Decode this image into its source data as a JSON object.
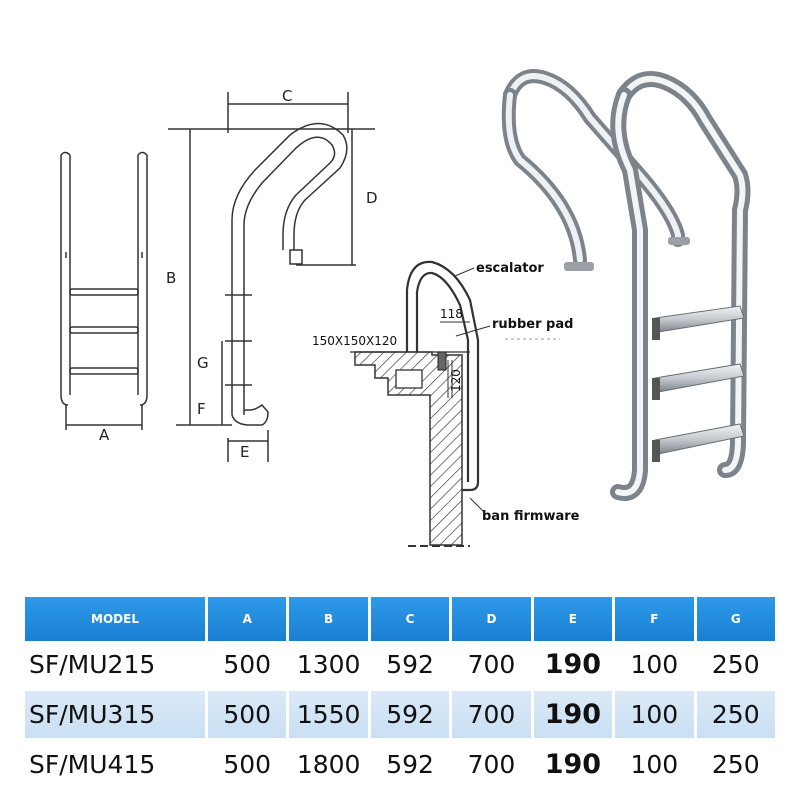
{
  "diagram": {
    "dimension_labels": {
      "a": "A",
      "b": "B",
      "c": "C",
      "d": "D",
      "e": "E",
      "f": "F",
      "g": "G"
    },
    "callouts": {
      "escalator": "escalator",
      "rubber_pad": "rubber pad",
      "ban_firmware": "ban firmware",
      "block_size": "150X150X120",
      "dim_118": "118",
      "dim_120": "120"
    }
  },
  "table": {
    "columns": [
      "MODEL",
      "A",
      "B",
      "C",
      "D",
      "E",
      "F",
      "G"
    ],
    "rows": [
      [
        "SF/MU215",
        "500",
        "1300",
        "592",
        "700",
        "190",
        "100",
        "250"
      ],
      [
        "SF/MU315",
        "500",
        "1550",
        "592",
        "700",
        "190",
        "100",
        "250"
      ],
      [
        "SF/MU415",
        "500",
        "1800",
        "592",
        "700",
        "190",
        "100",
        "250"
      ]
    ]
  }
}
